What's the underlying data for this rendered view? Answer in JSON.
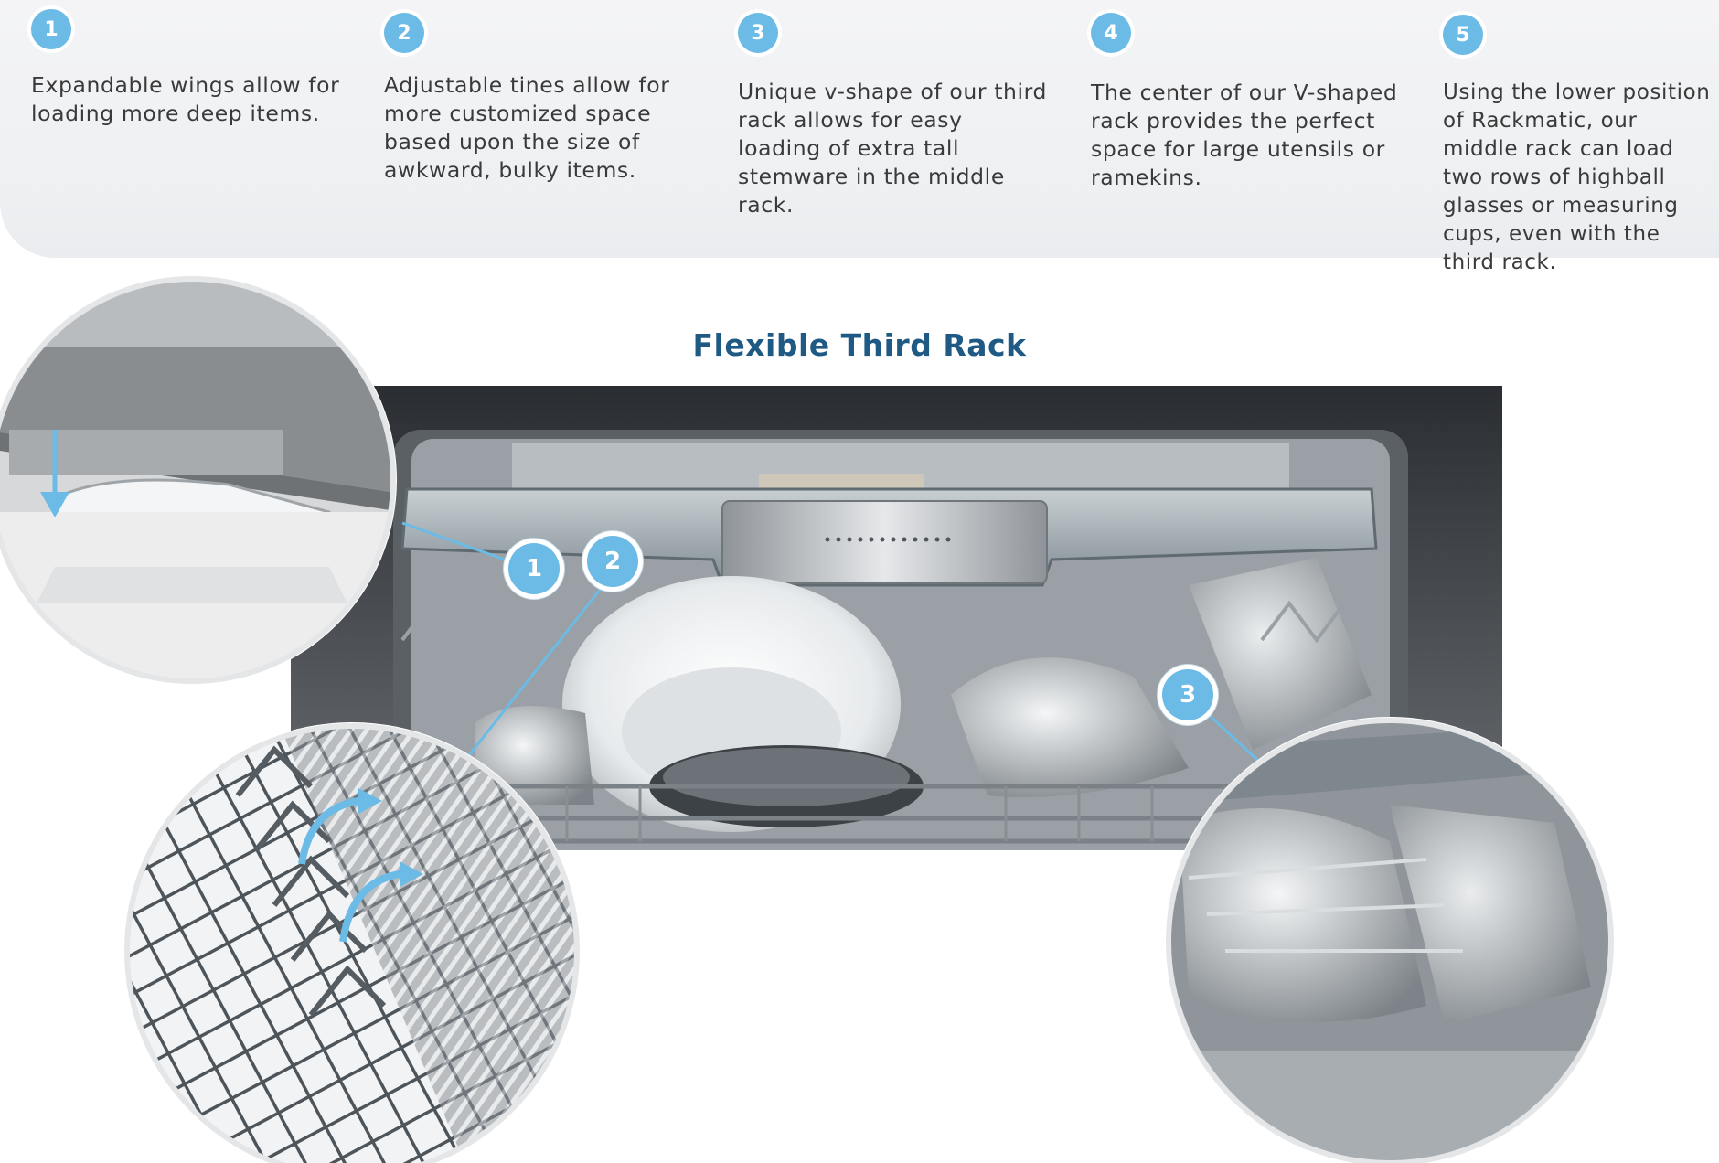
{
  "title": "Flexible Third Rack",
  "features": [
    {
      "number": "1",
      "text": "Expandable wings allow for loading more deep items."
    },
    {
      "number": "2",
      "text": "Adjustable tines allow for more customized space based upon the size of awkward, bulky items."
    },
    {
      "number": "3",
      "text": "Unique v-shape of our third rack allows for easy loading of extra tall stemware in the middle rack."
    },
    {
      "number": "4",
      "text": "The center of our V-shaped rack provides the perfect space for large utensils or ramekins."
    },
    {
      "number": "5",
      "text": "Using the lower position of Rackmatic, our middle rack can load two rows of highball glasses or measuring cups, even with the third rack."
    }
  ],
  "callouts": [
    "1",
    "2",
    "3"
  ],
  "colors": {
    "accent": "#6bbbe6",
    "title": "#1f5a85",
    "text": "#3a3a3a"
  },
  "icons": [
    "arrow-down-icon",
    "curved-arrow-icon"
  ]
}
